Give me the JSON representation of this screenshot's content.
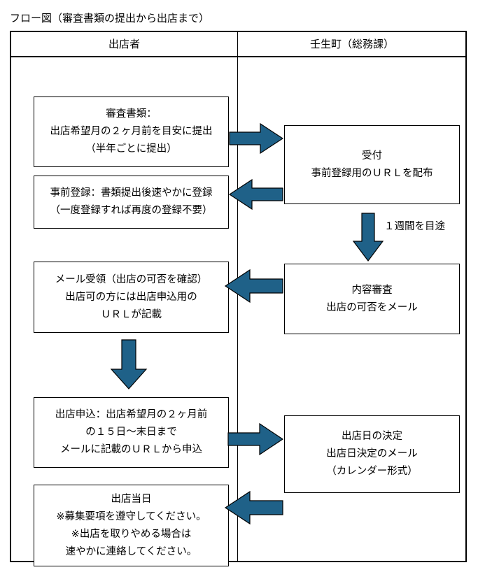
{
  "caption": "フロー図（審査書類の提出から出店まで）",
  "colors": {
    "arrow_fill": "#1F6188",
    "arrow_stroke": "#000000",
    "border": "#000000",
    "background": "#FFFFFF",
    "text": "#000000"
  },
  "table": {
    "columns": [
      {
        "key": "applicant",
        "header": "出店者"
      },
      {
        "key": "town",
        "header": "壬生町（総務課）"
      }
    ]
  },
  "boxes": {
    "shinsa": {
      "lines": [
        "審査書類：",
        "出店希望月の２ヶ月前を目安に提出",
        "（半年ごとに提出）"
      ]
    },
    "jizen": {
      "lines": [
        "事前登録：書類提出後速やかに登録",
        "（一度登録すれば再度の登録不要）"
      ]
    },
    "mail": {
      "lines": [
        "メール受領（出店の可否を確認）",
        "出店可の方には出店申込用の",
        "ＵＲＬが記載"
      ]
    },
    "moushikomi": {
      "lines": [
        "出店申込：出店希望月の２ヶ月前",
        "の１５日～末日まで",
        "メールに記載のＵＲＬから申込"
      ]
    },
    "toujitsu": {
      "lines": [
        "出店当日",
        "※募集要項を遵守してください。",
        "※出店を取りやめる場合は",
        "速やかに連絡してください。"
      ]
    },
    "uketsuke": {
      "lines": [
        "受付",
        "事前登録用のＵＲＬを配布"
      ]
    },
    "naiyou": {
      "lines": [
        "内容審査",
        "出店の可否をメール"
      ]
    },
    "kettei": {
      "lines": [
        "出店日の決定",
        "出店日決定のメール",
        "（カレンダー形式）"
      ]
    }
  },
  "labels": {
    "week": "１週間を目途"
  },
  "arrows": [
    {
      "name": "shinsa-to-uketsuke",
      "direction": "right"
    },
    {
      "name": "uketsuke-to-jizen",
      "direction": "left"
    },
    {
      "name": "uketsuke-to-naiyou",
      "direction": "down"
    },
    {
      "name": "naiyou-to-mail",
      "direction": "left"
    },
    {
      "name": "mail-to-moushikomi",
      "direction": "down"
    },
    {
      "name": "moushikomi-to-kettei",
      "direction": "right"
    },
    {
      "name": "kettei-to-toujitsu",
      "direction": "left"
    }
  ]
}
